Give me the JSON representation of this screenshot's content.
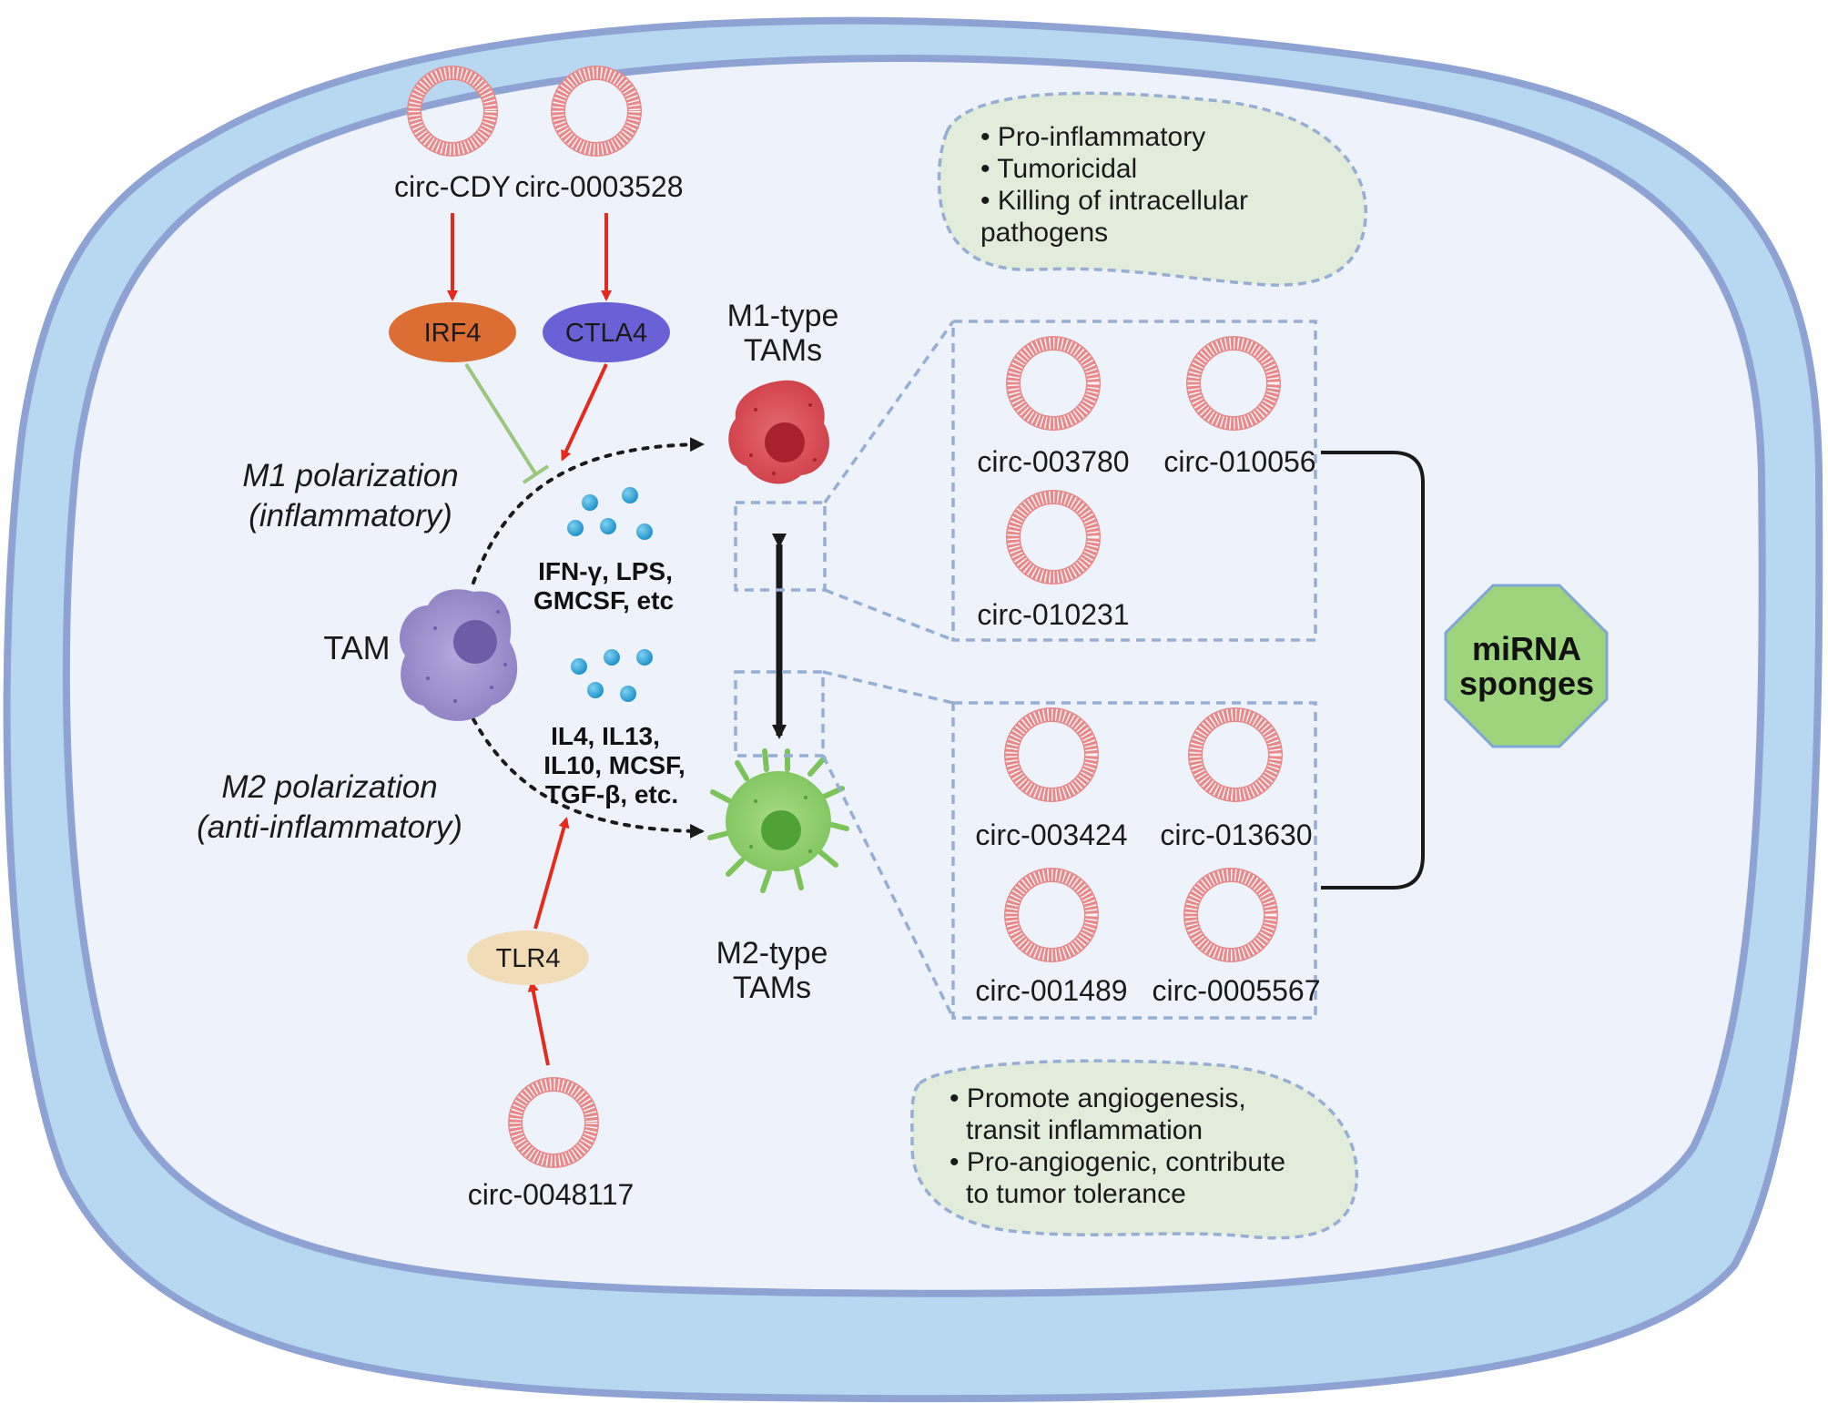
{
  "colors": {
    "outer_cell": "#b8d8f2",
    "outer_border": "#8ea3d3",
    "inner_cell": "#eef3fb",
    "circ_ring": "#e7898b",
    "red_arrow": "#e5291c",
    "inhibit_line": "#9ac77d",
    "dash_box": "#96aed4",
    "note_fill": "#e2ecda",
    "irf4": "#dc6d33",
    "ctla4": "#6a61d6",
    "tlr4": "#f1dcb8",
    "m1_cell": "#d9434d",
    "m2_cell": "#8ece68",
    "tam_cell": "#9e8fcd",
    "cytokine_dot": "#29a4da",
    "sponge_fill": "#9dd47c"
  },
  "circrnas": {
    "cdy": "circ-CDY",
    "c0003528": "circ-0003528",
    "c0048117": "circ-0048117"
  },
  "nodes": {
    "irf4": "IRF4",
    "ctla4": "CTLA4",
    "tlr4": "TLR4"
  },
  "polarization": {
    "m1_line1": "M1 polarization",
    "m1_line2": "(inflammatory)",
    "m2_line1": "M2 polarization",
    "m2_line2": "(anti-inflammatory)"
  },
  "cells": {
    "tam": "TAM",
    "m1_line1": "M1-type",
    "m1_line2": "TAMs",
    "m2_line1": "M2-type",
    "m2_line2": "TAMs"
  },
  "cytokines": {
    "m1_line1": "IFN-γ, LPS,",
    "m1_line2": "GMCSF, etc",
    "m2_line1": "IL4, IL13,",
    "m2_line2": "IL10, MCSF,",
    "m2_line3": "TGF-β, etc."
  },
  "m1_notes": [
    "• Pro-inflammatory",
    "• Tumoricidal",
    "• Killing of intracellular",
    "pathogens"
  ],
  "m2_notes": [
    "• Promote angiogenesis,",
    "transit inflammation",
    "• Pro-angiogenic, contribute",
    "to tumor tolerance"
  ],
  "m1_circs": [
    "circ-003780",
    "circ-010056",
    "circ-010231"
  ],
  "m2_circs": [
    "circ-003424",
    "circ-013630",
    "circ-001489",
    "circ-0005567"
  ],
  "sponge": {
    "line1": "miRNA",
    "line2": "sponges"
  }
}
